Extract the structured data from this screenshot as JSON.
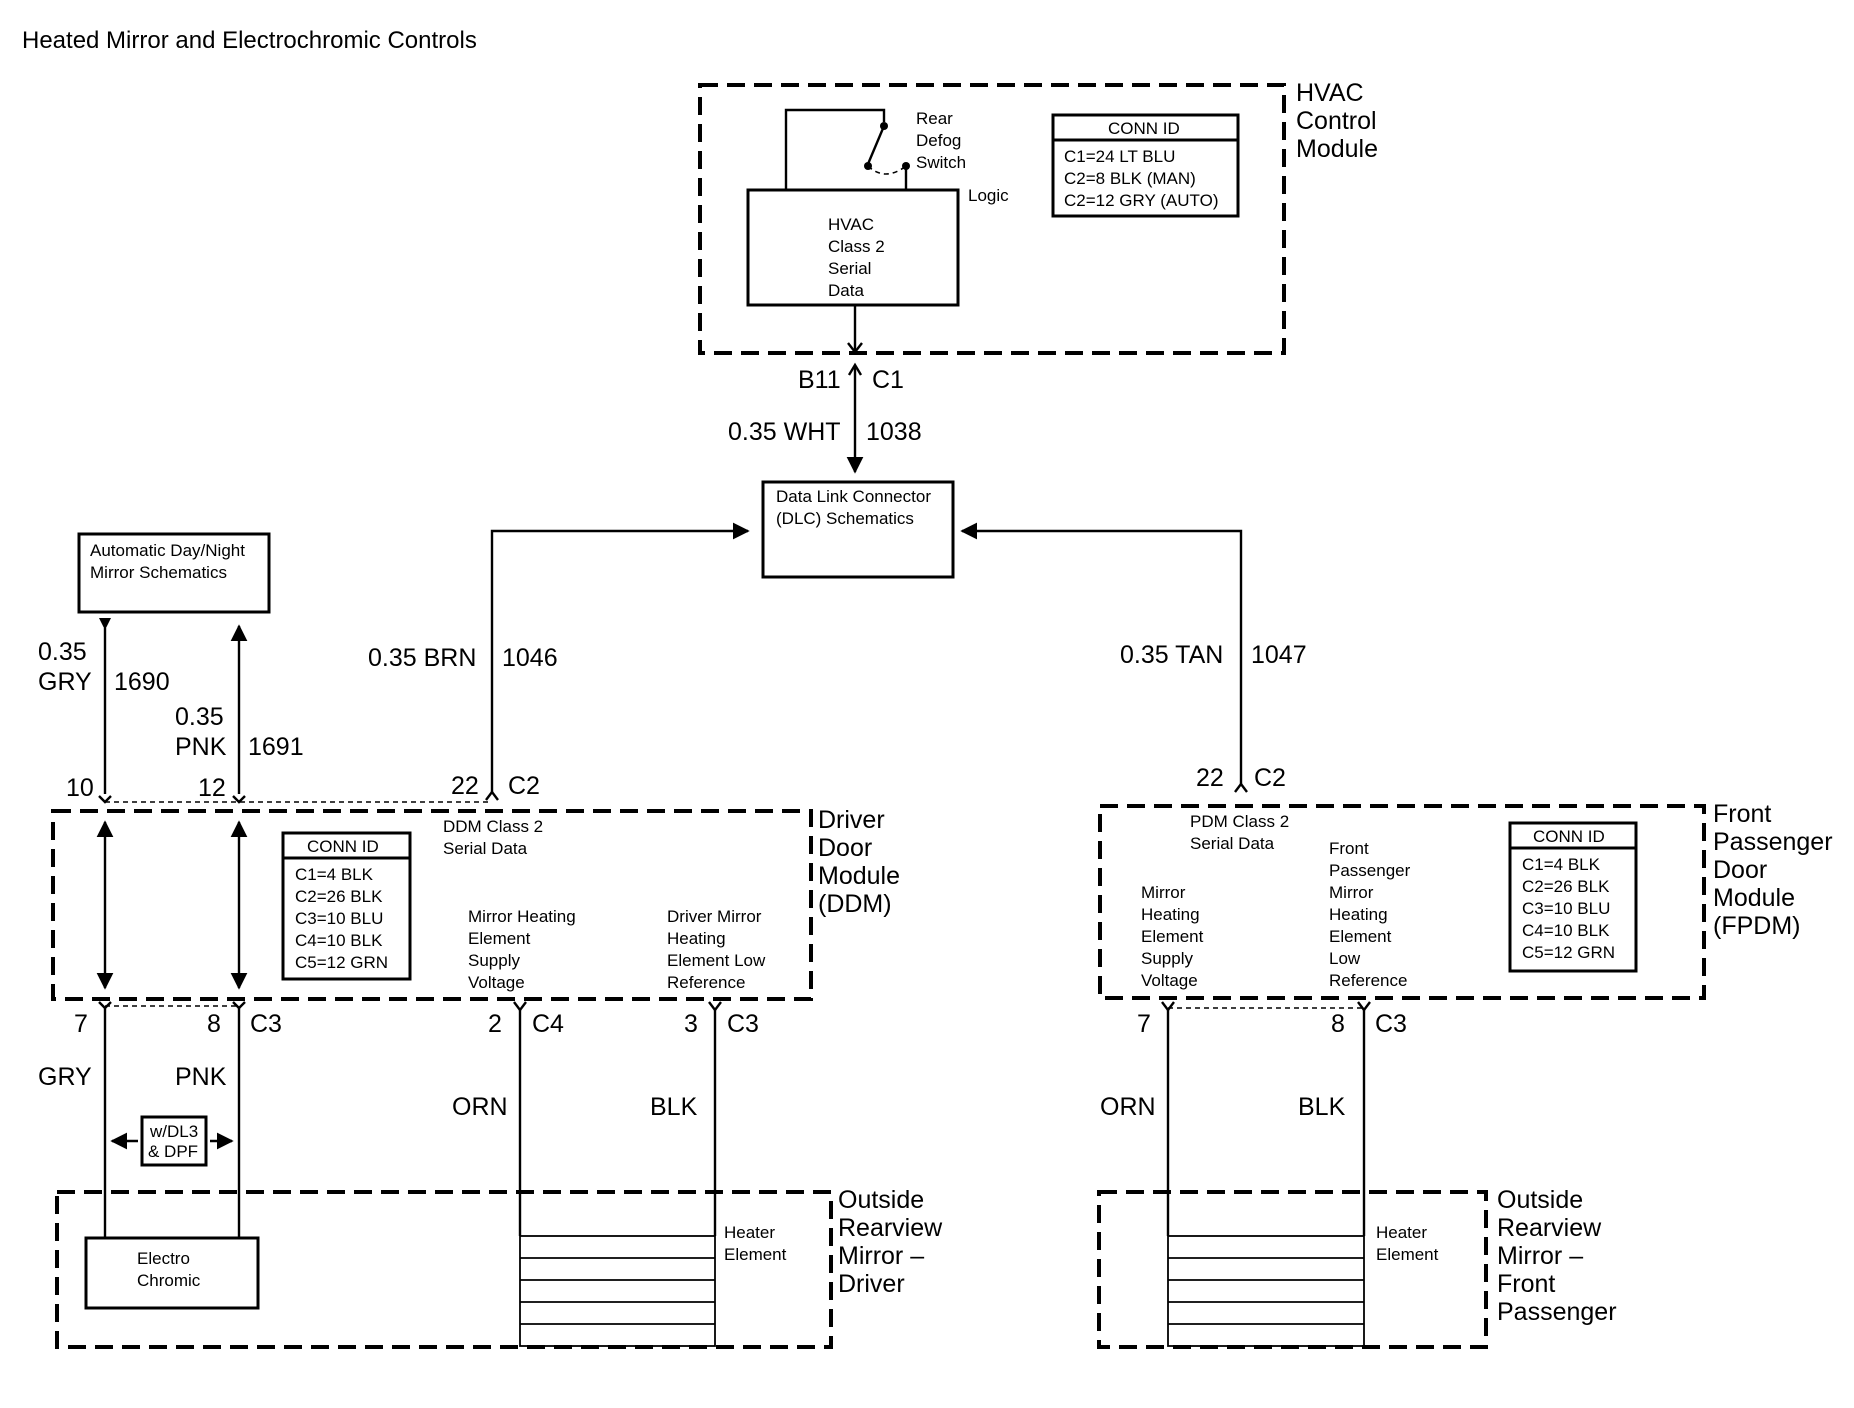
{
  "title": "Heated Mirror and Electrochromic Controls",
  "hvac": {
    "name_lines": [
      "HVAC",
      "Control",
      "Module"
    ],
    "switch_lines": [
      "Rear",
      "Defog",
      "Switch"
    ],
    "logic_label": "Logic",
    "inner_lines": [
      "HVAC",
      "Class 2",
      "Serial",
      "Data"
    ],
    "conn_id": {
      "header": "CONN ID",
      "lines": [
        "C1=24 LT BLU",
        "C2=8 BLK (MAN)",
        "C2=12 GRY (AUTO)"
      ]
    },
    "pin": "B11",
    "connector": "C1"
  },
  "dlc_wire": {
    "gauge_color": "0.35 WHT",
    "circuit": "1038"
  },
  "dlc_box": {
    "lines": [
      "Data Link Connector",
      "(DLC) Schematics"
    ]
  },
  "adn_box": {
    "lines": [
      "Automatic Day/Night",
      "Mirror Schematics"
    ]
  },
  "ddm_wires": {
    "gry": {
      "gauge": "0.35",
      "color": "GRY",
      "circuit": "1690",
      "pin_top": "10",
      "pin_bottom": "7"
    },
    "pnk": {
      "gauge": "0.35",
      "color": "PNK",
      "circuit": "1691",
      "pin_top": "12",
      "pin_bottom": "8",
      "connector_bottom": "C3"
    },
    "brn": {
      "gauge_color": "0.35 BRN",
      "circuit": "1046",
      "pin": "22",
      "connector": "C2"
    },
    "orn": {
      "color": "ORN",
      "pin": "2",
      "connector": "C4"
    },
    "blk": {
      "color": "BLK",
      "pin": "3",
      "connector": "C3"
    }
  },
  "ddm": {
    "name_lines": [
      "Driver",
      "Door",
      "Module",
      "(DDM)"
    ],
    "serial_lines": [
      "DDM Class 2",
      "Serial Data"
    ],
    "conn_id": {
      "header": "CONN ID",
      "lines": [
        "C1=4 BLK",
        "C2=26 BLK",
        "C3=10 BLU",
        "C4=10 BLK",
        "C5=12 GRN"
      ]
    },
    "supply_lines": [
      "Mirror Heating",
      "Element",
      "Supply",
      "Voltage"
    ],
    "low_lines": [
      "Driver Mirror",
      "Heating",
      "Element Low",
      "Reference"
    ]
  },
  "dl3_box": {
    "lines": [
      "w/DL3",
      "& DPF"
    ]
  },
  "driver_mirror": {
    "name_lines": [
      "Outside",
      "Rearview",
      "Mirror –",
      "Driver"
    ],
    "electro_lines": [
      "Electro",
      "Chromic"
    ],
    "heater_lines": [
      "Heater",
      "Element"
    ]
  },
  "fpdm_wires": {
    "tan": {
      "gauge_color": "0.35 TAN",
      "circuit": "1047",
      "pin": "22",
      "connector": "C2"
    },
    "orn": {
      "color": "ORN",
      "pin": "7"
    },
    "blk": {
      "color": "BLK",
      "pin": "8",
      "connector": "C3"
    }
  },
  "fpdm": {
    "name_lines": [
      "Front",
      "Passenger",
      "Door",
      "Module",
      "(FPDM)"
    ],
    "serial_lines": [
      "PDM Class 2",
      "Serial Data"
    ],
    "supply_lines": [
      "Mirror",
      "Heating",
      "Element",
      "Supply",
      "Voltage"
    ],
    "low_lines": [
      "Front",
      "Passenger",
      "Mirror",
      "Heating",
      "Element",
      "Low",
      "Reference"
    ],
    "conn_id": {
      "header": "CONN ID",
      "lines": [
        "C1=4 BLK",
        "C2=26 BLK",
        "C3=10 BLU",
        "C4=10 BLK",
        "C5=12 GRN"
      ]
    }
  },
  "passenger_mirror": {
    "name_lines": [
      "Outside",
      "Rearview",
      "Mirror –",
      "Front",
      "Passenger"
    ],
    "heater_lines": [
      "Heater",
      "Element"
    ]
  }
}
